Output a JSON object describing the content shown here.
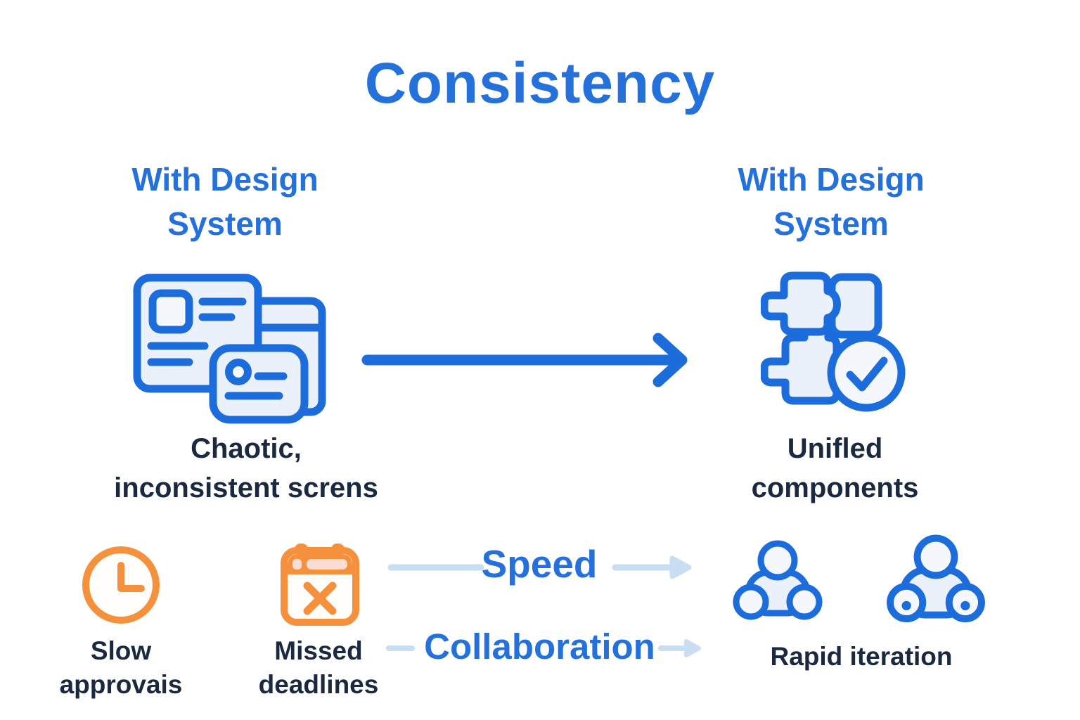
{
  "title": "Consistency",
  "columns": {
    "left": {
      "heading_line1": "With Design",
      "heading_line2": "System",
      "icon": "overlapping-screens-icon",
      "caption_line1": "Chaotic,",
      "caption_line2": "inconsistent screns"
    },
    "right": {
      "heading_line1": "With Design",
      "heading_line2": "System",
      "icon": "puzzle-check-icon",
      "caption_line1": "Unifled",
      "caption_line2": "components"
    }
  },
  "flow": {
    "main_arrow_icon": "right-arrow-icon",
    "speed_label": "Speed",
    "collaboration_label": "Collaboration"
  },
  "bottom": {
    "slow": {
      "icon": "clock-icon",
      "line1": "Slow",
      "line2": "approvais"
    },
    "missed": {
      "icon": "calendar-x-icon",
      "line1": "Missed",
      "line2": "deadlines"
    },
    "rapid": {
      "icon": "team-icon",
      "label": "Rapid iteration"
    }
  },
  "colors": {
    "primary_blue": "#2471db",
    "icon_blue": "#1c6ddb",
    "dark_navy": "#1b2940",
    "orange": "#f5913c",
    "light_blue_fill": "#eaf1fb",
    "pale_arrow_blue": "#c9ddf3",
    "pale_pink": "#fbddd3"
  }
}
